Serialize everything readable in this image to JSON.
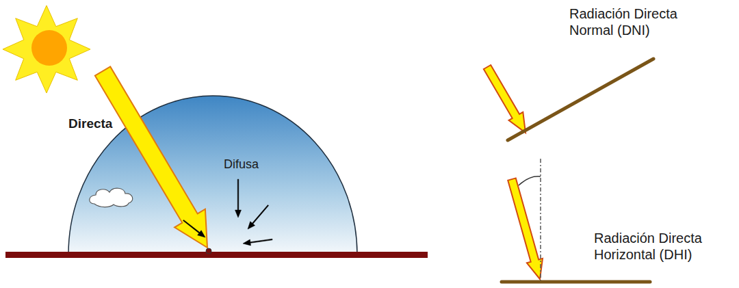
{
  "diagram": {
    "labels": [
      "Directa",
      "Difusa",
      "Radiación Directa Normal (DNI)",
      "Radiación Directa Horizontal (DHI)"
    ]
  }
}
